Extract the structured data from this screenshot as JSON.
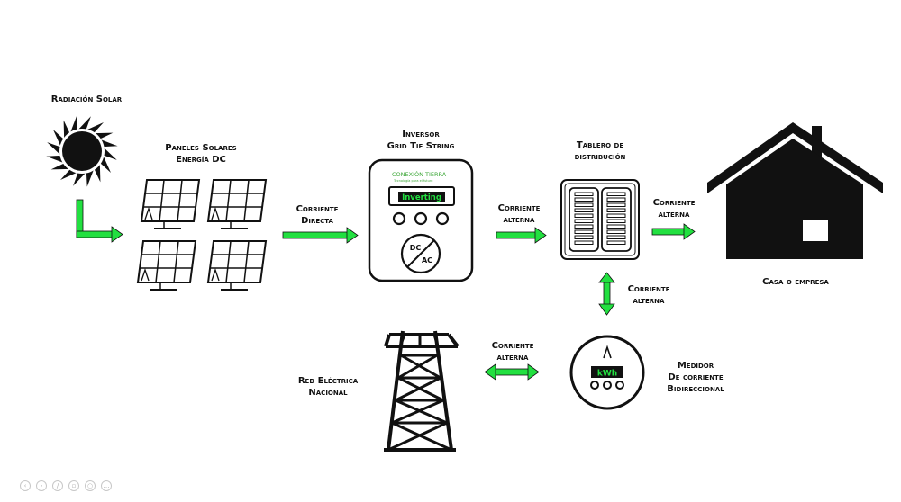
{
  "colors": {
    "arrow": "#22e040",
    "ink": "#111111",
    "brand": "#3aa635",
    "screen_text": "#22e040"
  },
  "nodes": {
    "solar": {
      "title": "Radiación Solar"
    },
    "panels": {
      "line1": "Paneles Solares",
      "line2": "Energía DC"
    },
    "inverter": {
      "line1": "Inversor",
      "line2": "Grid Tie  String",
      "brand": "CONEXIÓN TIERRA",
      "brand_sub": "Tecnología para el futuro",
      "display": "Inverting",
      "dc": "DC",
      "ac": "AC"
    },
    "board": {
      "line1": "Tablero de",
      "line2": "distribución"
    },
    "house": {
      "title": "Casa o empresa"
    },
    "meter": {
      "line1": "Medidor",
      "line2": "De corriente",
      "line3": "Bidireccional",
      "display": "kWh"
    },
    "grid": {
      "line1": "Red Eléctrica",
      "line2": "Nacional"
    }
  },
  "flows": {
    "dc": {
      "line1": "Corriente",
      "line2": "Directa"
    },
    "ac_inverter": {
      "line1": "Corriente",
      "line2": "alterna"
    },
    "ac_house": {
      "line1": "Corriente",
      "line2": "alterna"
    },
    "ac_meter": {
      "line1": "Corriente",
      "line2": "alterna"
    },
    "ac_grid": {
      "line1": "Corriente",
      "line2": "alterna"
    }
  },
  "icons": [
    "sun-icon",
    "solar-panel-icon",
    "inverter-icon",
    "distribution-board-icon",
    "house-icon",
    "meter-icon",
    "transmission-tower-icon"
  ]
}
